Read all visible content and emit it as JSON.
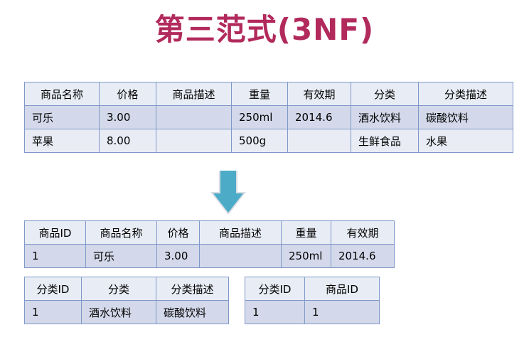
{
  "title": "第三范式(3NF)",
  "colors": {
    "title": "#b22a5c",
    "header_bg": "#e8ecf5",
    "row_alt_bg": "#d3d9ea",
    "row_bg": "#e9ecf5",
    "border": "#7f98c9",
    "arrow_fill": "#4cabc6",
    "arrow_edge": "#d9dde4"
  },
  "original_table": {
    "headers": [
      "商品名称",
      "价格",
      "商品描述",
      "重量",
      "有效期",
      "分类",
      "分类描述"
    ],
    "rows": [
      [
        "可乐",
        "3.00",
        "",
        "250ml",
        "2014.6",
        "酒水饮料",
        "碳酸饮料"
      ],
      [
        "苹果",
        "8.00",
        "",
        "500g",
        "",
        "生鲜食品",
        "水果"
      ]
    ]
  },
  "arrow_icon": "down-arrow-icon",
  "product_table": {
    "headers": [
      "商品ID",
      "商品名称",
      "价格",
      "商品描述",
      "重量",
      "有效期"
    ],
    "rows": [
      [
        "1",
        "可乐",
        "3.00",
        "",
        "250ml",
        "2014.6"
      ]
    ]
  },
  "category_table": {
    "headers": [
      "分类ID",
      "分类",
      "分类描述"
    ],
    "rows": [
      [
        "1",
        "酒水饮料",
        "碳酸饮料"
      ]
    ]
  },
  "relation_table": {
    "headers": [
      "分类ID",
      "商品ID"
    ],
    "rows": [
      [
        "1",
        "1"
      ]
    ]
  }
}
